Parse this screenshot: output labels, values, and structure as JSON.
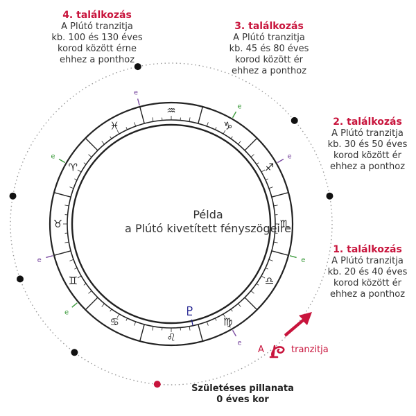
{
  "center": {
    "line1": "Példa",
    "line2": "a Plútó kivetített fényszögeire"
  },
  "signs": [
    "♒",
    "♑",
    "♐",
    "♏",
    "♎",
    "♍",
    "♌",
    "♋",
    "♊",
    "♉",
    "♈",
    "♓"
  ],
  "aspect_glyph": "e",
  "pluto_glyph": "♇",
  "encounters": [
    {
      "title": "1. találkozás",
      "lines": [
        "A Plútó tranzitja",
        "kb. 20 és 40 éves",
        "korod között ér",
        "ehhez a ponthoz"
      ]
    },
    {
      "title": "2. találkozás",
      "lines": [
        "A Plútó tranzitja",
        "kb. 30 és 50 éves",
        "korod között ér",
        "ehhez a ponthoz"
      ]
    },
    {
      "title": "3. találkozás",
      "lines": [
        "A Plútó tranzitja",
        "kb. 45 és 80 éves",
        "korod között ér",
        "ehhez a ponthoz"
      ]
    },
    {
      "title": "4. találkozás",
      "lines": [
        "A Plútó tranzitja",
        "kb. 100 és 130 éves",
        "korod között érne",
        "ehhez a ponthoz"
      ]
    }
  ],
  "birth": {
    "line1": "Születéses pillanata",
    "line2": "0 éves kor"
  },
  "transit": {
    "prefix": "A",
    "word": "tranzitja"
  },
  "colors": {
    "accent": "#c8143c",
    "ring": "#222222",
    "orbit": "#999999",
    "planet": "#1a1a8c",
    "aspect_green": "#3a9a3a",
    "aspect_purple": "#7a4aa0"
  }
}
